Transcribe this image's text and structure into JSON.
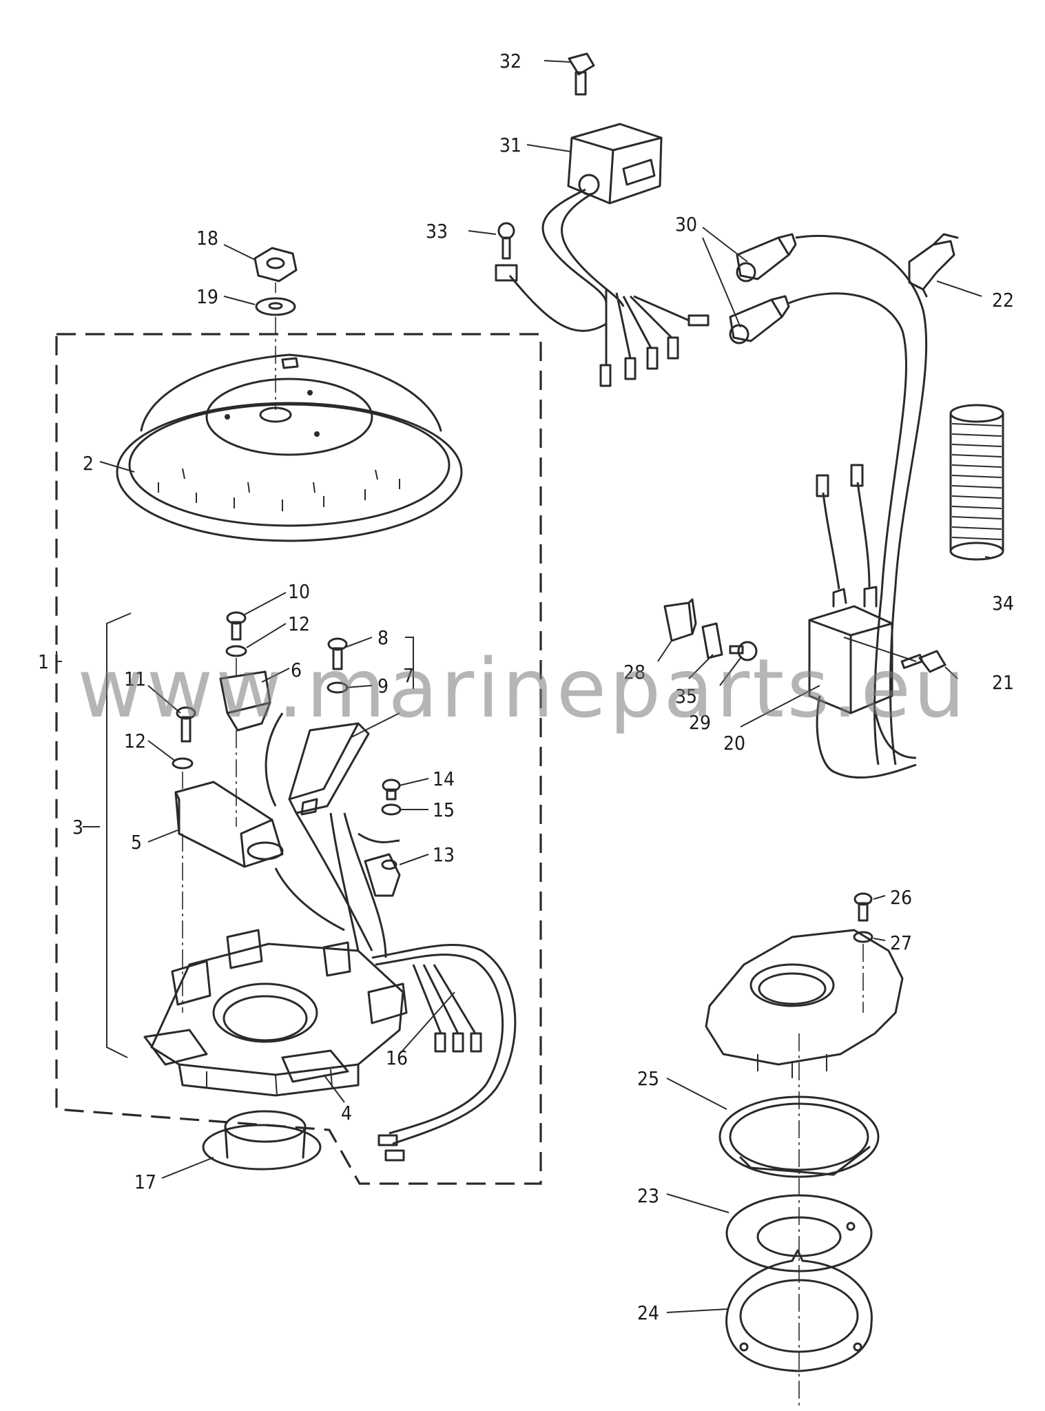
{
  "watermark": "www.marineparts.eu",
  "callouts": {
    "c1": "1",
    "c2": "2",
    "c3": "3",
    "c4": "4",
    "c5": "5",
    "c6": "6",
    "c7": "7",
    "c8": "8",
    "c9": "9",
    "c10": "10",
    "c11": "11",
    "c12a": "12",
    "c12b": "12",
    "c13": "13",
    "c14": "14",
    "c15": "15",
    "c16": "16",
    "c17": "17",
    "c18": "18",
    "c19": "19",
    "c20": "20",
    "c21": "21",
    "c22": "22",
    "c23": "23",
    "c24": "24",
    "c25": "25",
    "c26": "26",
    "c27": "27",
    "c28": "28",
    "c29": "29",
    "c30": "30",
    "c31": "31",
    "c32": "32",
    "c33": "33",
    "c34": "34",
    "c35": "35"
  }
}
